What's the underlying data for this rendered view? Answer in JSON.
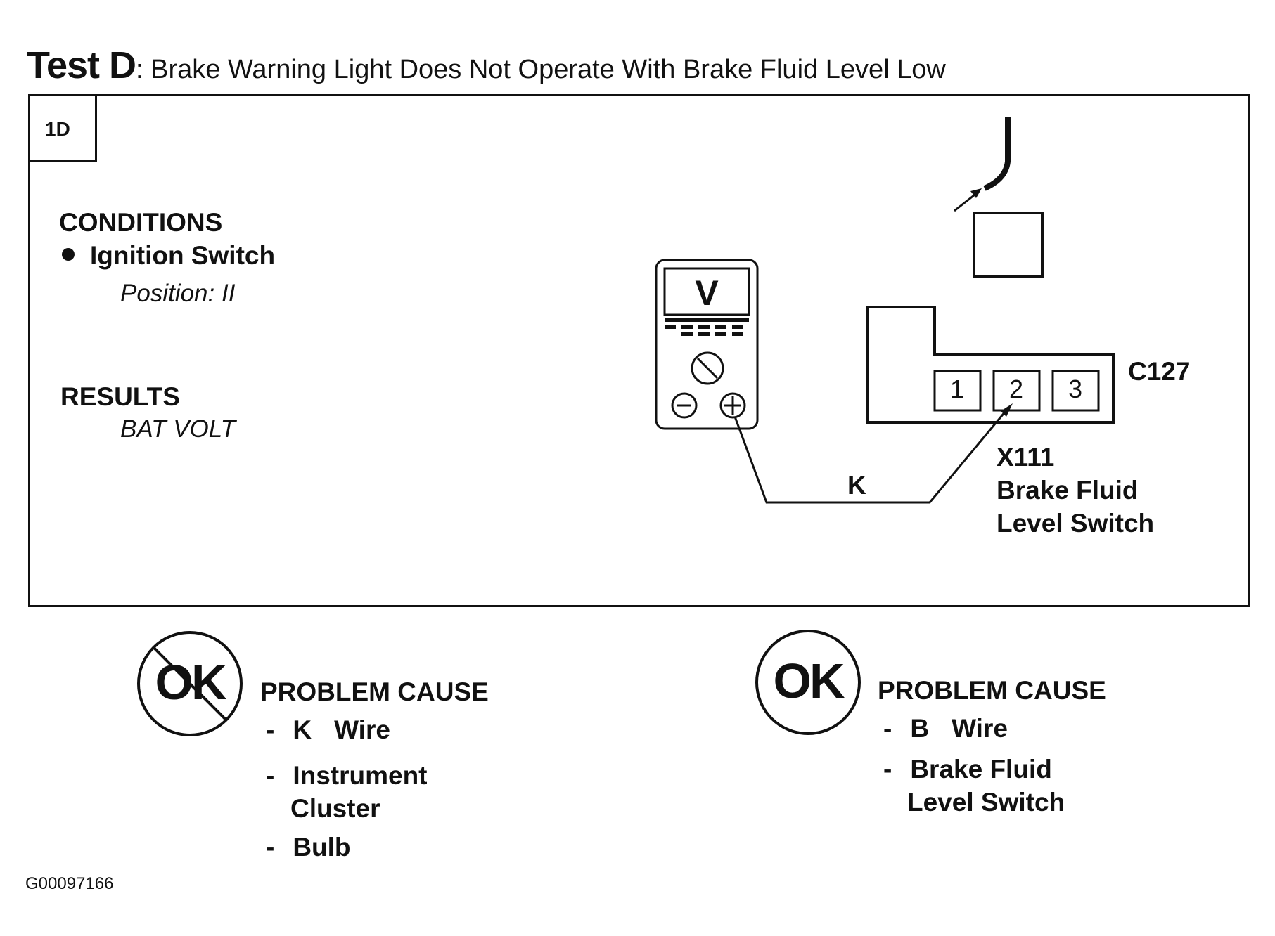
{
  "title": {
    "test_label": "Test D",
    "description": ": Brake Warning Light Does Not Operate With Brake Fluid Level Low"
  },
  "step": "1D",
  "conditions": {
    "heading": "CONDITIONS",
    "item": "Ignition Switch",
    "detail": "Position: II"
  },
  "results": {
    "heading": "RESULTS",
    "value": "BAT VOLT"
  },
  "meter": {
    "display": "V"
  },
  "connector": {
    "name": "C127",
    "pins": [
      "1",
      "2",
      "3"
    ],
    "component_id": "X111",
    "component_line1": "Brake Fluid",
    "component_line2": "Level Switch",
    "wire": "K"
  },
  "outcomes": {
    "not_ok": {
      "symbol": "OK",
      "heading": "PROBLEM CAUSE",
      "causes": [
        "K",
        "Wire",
        "Instrument",
        "Cluster",
        "Bulb"
      ]
    },
    "ok": {
      "symbol": "OK",
      "heading": "PROBLEM CAUSE",
      "causes": [
        "B",
        "Wire",
        "Brake Fluid",
        "Level Switch"
      ]
    }
  },
  "figure_id": "G00097166"
}
